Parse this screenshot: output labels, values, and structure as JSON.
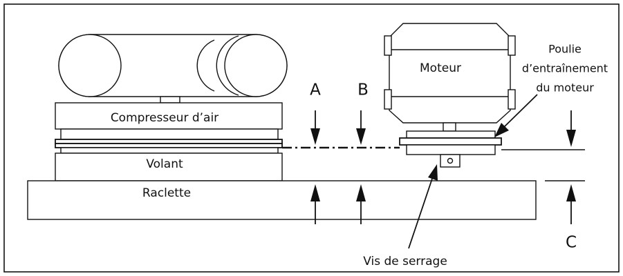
{
  "labels": {
    "compressor": "Compresseur d’air",
    "flywheel": "Volant",
    "scraper": "Raclette",
    "motor": "Moteur",
    "pulley_line1": "Poulie",
    "pulley_line2": "d’entraînement",
    "pulley_line3": "du moteur",
    "clamp_screw": "Vis de serrage",
    "marker_a": "A",
    "marker_b": "B",
    "marker_c": "C"
  },
  "colors": {
    "stroke": "#111111",
    "background": "#ffffff"
  }
}
